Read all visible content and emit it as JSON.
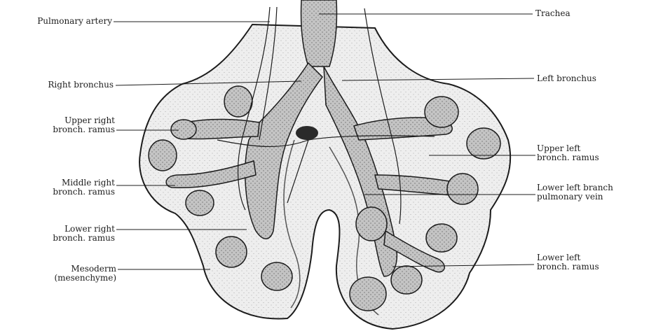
{
  "labels": {
    "pulmonary_artery": "Pulmonary artery",
    "right_bronchus": "Right bronchus",
    "upper_right": [
      "Upper right",
      "bronch. ramus"
    ],
    "middle_right": [
      "Middle right",
      "bronch. ramus"
    ],
    "lower_right": [
      "Lower right",
      "bronch. ramus"
    ],
    "mesoderm": [
      "Mesoderm",
      "(mesenchyme)"
    ],
    "trachea": "Trachea",
    "left_bronchus": "Left bronchus",
    "upper_left": [
      "Upper left",
      "bronch. ramus"
    ],
    "lower_left_branch": [
      "Lower left branch",
      "pulmonary vein"
    ],
    "lower_left": [
      "Lower left",
      "bronch. ramus"
    ]
  },
  "colors": {
    "ink": "#1c1c1c",
    "mesenchyme": "#e9e9e9",
    "epithelium": "#b9b9b9",
    "lumen": "#8a8a8a",
    "background": "#ffffff"
  }
}
